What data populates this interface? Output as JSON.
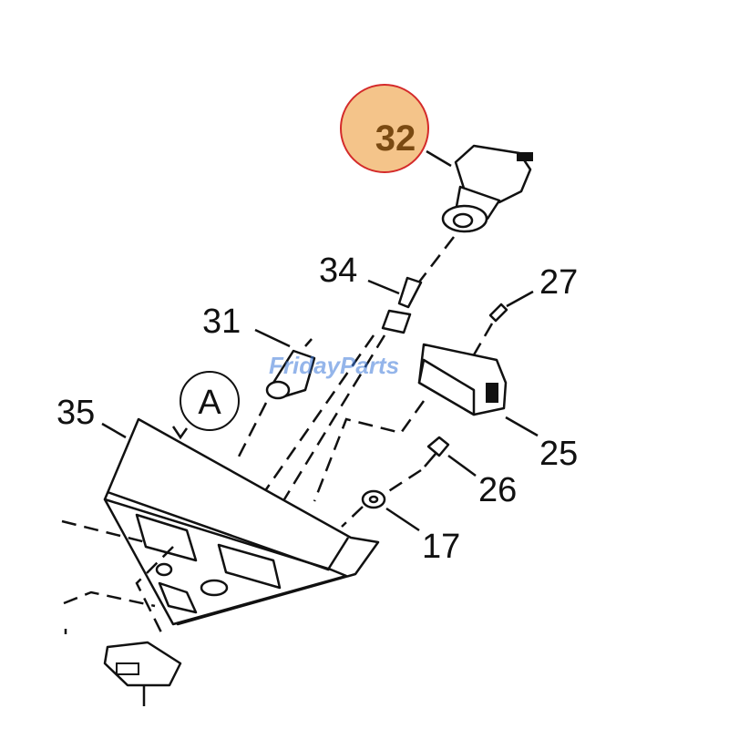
{
  "diagram": {
    "callouts": [
      "32",
      "34",
      "27",
      "31",
      "A",
      "25",
      "26",
      "17",
      "35"
    ],
    "highlighted": "32",
    "colors": {
      "highlight_fill": "#f4c48a",
      "highlight_stroke": "#d42a2a",
      "highlight_text": "#7a4a12",
      "line": "#111111",
      "watermark": "#3c78d8"
    }
  },
  "watermark": {
    "text": "FridayParts"
  }
}
